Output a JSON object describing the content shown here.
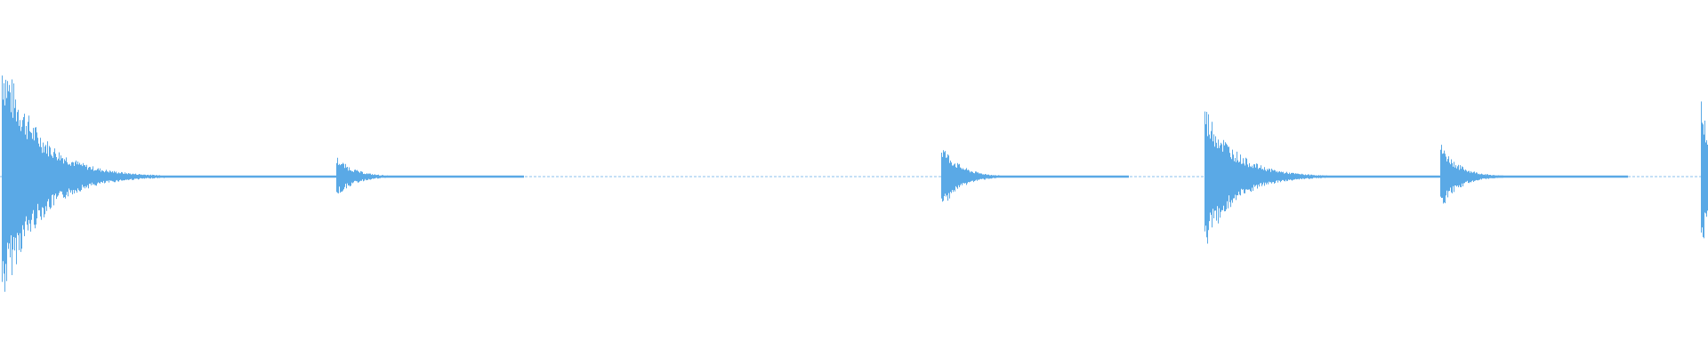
{
  "waveform": {
    "color": "#5aa9e6",
    "baseline_color": "#6fb3ea",
    "transients": [
      {
        "position": 0.001,
        "amplitude": 0.88,
        "decay": 0.06,
        "tail": 0.03
      },
      {
        "position": 0.197,
        "amplitude": 0.14,
        "decay": 0.03,
        "tail": 0.02
      },
      {
        "position": 0.551,
        "amplitude": 0.23,
        "decay": 0.03,
        "tail": 0.02
      },
      {
        "position": 0.705,
        "amplitude": 0.5,
        "decay": 0.05,
        "tail": 0.025
      },
      {
        "position": 0.843,
        "amplitude": 0.23,
        "decay": 0.03,
        "tail": 0.02
      },
      {
        "position": 0.996,
        "amplitude": 0.52,
        "decay": 0.02,
        "tail": 0.004
      }
    ]
  }
}
